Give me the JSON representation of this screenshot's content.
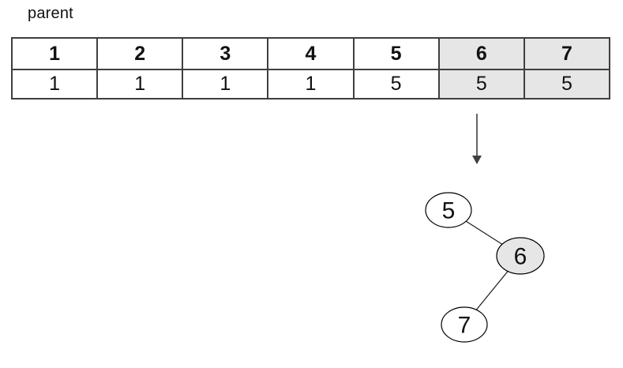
{
  "array_label": "parent",
  "colors": {
    "shade": "#e7e6e6",
    "border": "#3f3f3f",
    "line": "#404040",
    "text": "#111111"
  },
  "table": {
    "headers": [
      "1",
      "2",
      "3",
      "4",
      "5",
      "6",
      "7"
    ],
    "values": [
      "1",
      "1",
      "1",
      "1",
      "5",
      "5",
      "5"
    ],
    "highlighted_columns": [
      "6",
      "7"
    ]
  },
  "arrow": {
    "direction": "down"
  },
  "tree": {
    "nodes": [
      {
        "label": "5",
        "highlighted": false
      },
      {
        "label": "6",
        "highlighted": true
      },
      {
        "label": "7",
        "highlighted": false
      }
    ],
    "edges": [
      {
        "from": "5",
        "to": "6"
      },
      {
        "from": "6",
        "to": "7"
      }
    ]
  }
}
